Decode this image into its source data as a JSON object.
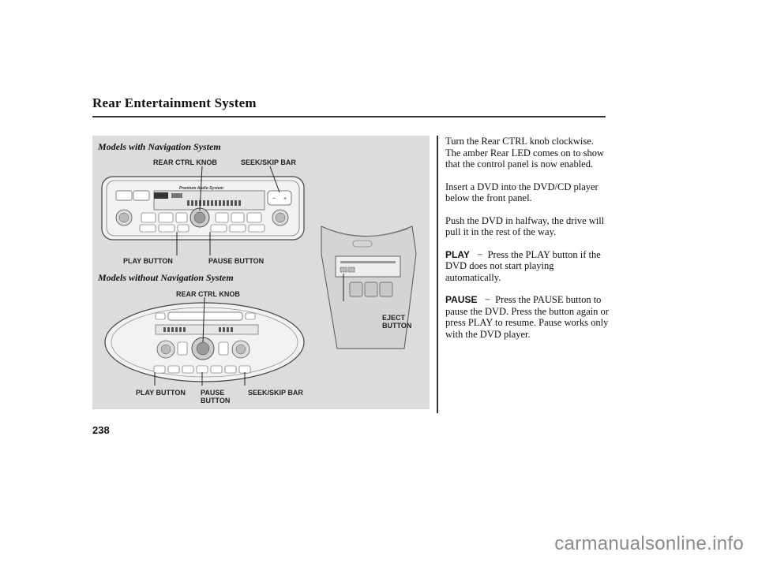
{
  "page": {
    "title": "Rear Entertainment System",
    "page_number": "238",
    "watermark": "carmanualsonline.info"
  },
  "figure": {
    "heading_nav": "Models with Navigation System",
    "heading_no_nav": "Models without Navigation System",
    "callouts": {
      "rear_ctrl_knob_nav": "REAR CTRL KNOB",
      "seek_skip_nav": "SEEK/SKIP BAR",
      "play_nav": "PLAY BUTTON",
      "pause_nav": "PAUSE BUTTON",
      "rear_ctrl_knob_no_nav": "REAR CTRL KNOB",
      "eject_line1": "EJECT",
      "eject_line2": "BUTTON",
      "play_no_nav": "PLAY BUTTON",
      "pause_no_nav_line1": "PAUSE",
      "pause_no_nav_line2": "BUTTON",
      "seek_skip_no_nav": "SEEK/SKIP BAR"
    },
    "radio_nav_label": "Premium Audio System"
  },
  "body": {
    "para1": "Turn the Rear CTRL knob clockwise. The amber Rear LED comes on to show that the control panel is now enabled.",
    "para2": "Insert a DVD into the DVD/CD player below the front panel.",
    "para3": "Push the DVD in halfway, the drive will pull it in the rest of the way.",
    "play_term": "PLAY",
    "play_text": "Press the PLAY button if the DVD does not start playing automatically.",
    "pause_term": "PAUSE",
    "pause_text": "Press the PAUSE button to pause the DVD. Press the button again or press PLAY to resume. Pause works only with the DVD player."
  }
}
